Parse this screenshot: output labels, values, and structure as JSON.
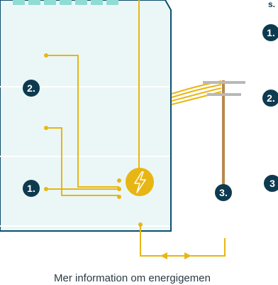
{
  "badges": {
    "left_middle": "2.",
    "left_bottom": "1.",
    "pole": "3.",
    "right_top": "1.",
    "right_middle": "2.",
    "right_bottom": "3"
  },
  "right_heading_fragment": "s.",
  "icons": {
    "center": "lightning-bolt-icon",
    "arrow": "double-arrow-icon"
  },
  "colors": {
    "building_fill": "#eaf7f6",
    "building_outline": "#0d4e6e",
    "window_tiles": "#8fdcd3",
    "floor_lines": "#ffffff",
    "wire": "#e8b614",
    "badge_fill": "#0e3a4f",
    "pole": "#b8884e",
    "pole_crossbar": "#b9b9b9",
    "footer_text": "#2b3a44"
  },
  "footer_text": "Mer information om energigemen"
}
